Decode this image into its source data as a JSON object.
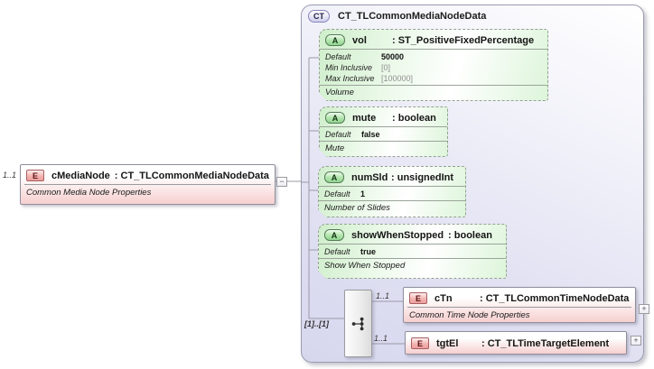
{
  "colors": {
    "container_fill": "#d6d6ee",
    "attribute_fill": "#cfeecb",
    "element_fill": "#f6cfcf",
    "connector_line": "#9a9aa6",
    "badge_a_border": "#567d56",
    "badge_e_border": "#a85f5f",
    "badge_ct_border": "#8585bd"
  },
  "left_element": {
    "cardinality": "1..1",
    "badge": "E",
    "name": "cMediaNode",
    "type": ": CT_TLCommonMediaNodeData",
    "annotation": "Common Media Node Properties",
    "toggle": "−"
  },
  "container": {
    "badge": "CT",
    "title": "CT_TLCommonMediaNodeData",
    "attributes": [
      {
        "badge": "A",
        "name": "vol",
        "type": ": ST_PositiveFixedPercentage",
        "facets": [
          {
            "label": "Default",
            "value": "50000"
          },
          {
            "label": "Min Inclusive",
            "value": "[0]"
          },
          {
            "label": "Max Inclusive",
            "value": "[100000]"
          }
        ],
        "annotation": "Volume"
      },
      {
        "badge": "A",
        "name": "mute",
        "type": ": boolean",
        "facets": [
          {
            "label": "Default",
            "value": "false"
          }
        ],
        "annotation": "Mute"
      },
      {
        "badge": "A",
        "name": "numSld",
        "type": ": unsignedInt",
        "facets": [
          {
            "label": "Default",
            "value": "1"
          }
        ],
        "annotation": "Number of Slides"
      },
      {
        "badge": "A",
        "name": "showWhenStopped",
        "type": ": boolean",
        "facets": [
          {
            "label": "Default",
            "value": "true"
          }
        ],
        "annotation": "Show When Stopped"
      }
    ],
    "sequence": {
      "cardinality": "[1]..[1]"
    },
    "children": [
      {
        "cardinality": "1..1",
        "badge": "E",
        "name": "cTn",
        "type": ": CT_TLCommonTimeNodeData",
        "annotation": "Common Time Node Properties",
        "toggle": "+"
      },
      {
        "cardinality": "1..1",
        "badge": "E",
        "name": "tgtEl",
        "type": ": CT_TLTimeTargetElement",
        "toggle": "+"
      }
    ]
  }
}
